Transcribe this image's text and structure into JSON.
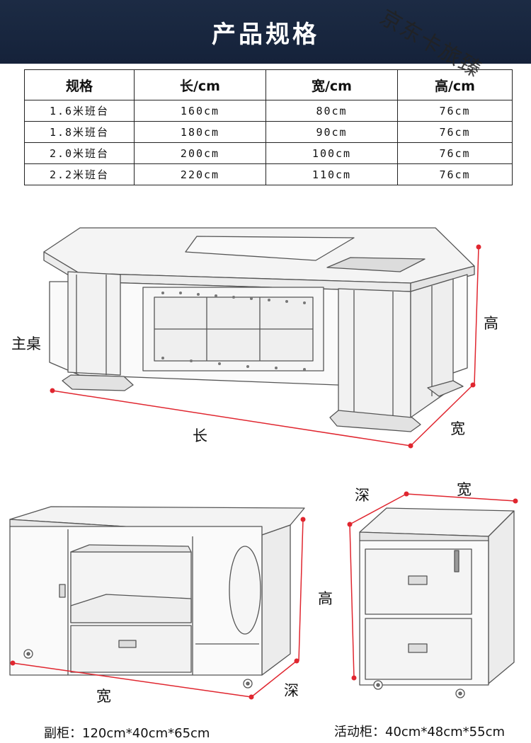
{
  "header": {
    "title": "产品规格"
  },
  "watermark": "京东卡旅臻",
  "spec_table": {
    "columns": [
      "规格",
      "长/cm",
      "宽/cm",
      "高/cm"
    ],
    "rows": [
      [
        "1.6米班台",
        "160cm",
        "80cm",
        "76cm"
      ],
      [
        "1.8米班台",
        "180cm",
        "90cm",
        "76cm"
      ],
      [
        "2.0米班台",
        "200cm",
        "100cm",
        "76cm"
      ],
      [
        "2.2米班台",
        "220cm",
        "110cm",
        "76cm"
      ]
    ]
  },
  "main_desk": {
    "name": "主桌",
    "length_label": "长",
    "width_label": "宽",
    "height_label": "高"
  },
  "side_cabinet": {
    "width_label": "宽",
    "depth_label": "深",
    "height_label": "高",
    "caption": "副柜：120cm*40cm*65cm"
  },
  "mobile_cabinet": {
    "depth_label": "深",
    "width_label": "宽",
    "caption": "活动柜：40cm*48cm*55cm"
  },
  "colors": {
    "header_bg": "#1c2b44",
    "dimension_line": "#e0262f",
    "sketch": "#444444"
  }
}
